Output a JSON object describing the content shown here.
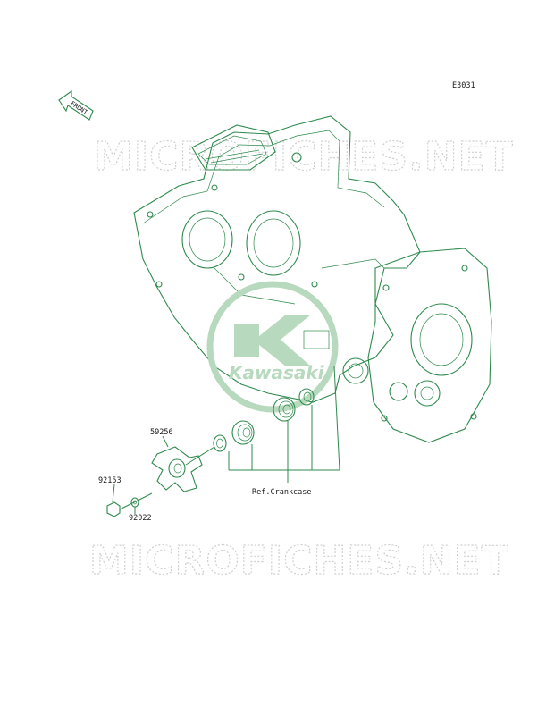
{
  "diagram_code": "E3031",
  "front_label": "FRONT",
  "watermark_top": "MICROFICHES.NET",
  "watermark_bottom": "MICROFICHES.NET",
  "logo_text": "Kawasaki",
  "parts": {
    "p59256": "59256",
    "p92153": "92153",
    "p92022": "92022",
    "ref": "Ref.Crankcase"
  },
  "colors": {
    "line": "#2e8a4c",
    "logo": "#b7d9bd",
    "watermark": "#cfcfcf"
  }
}
